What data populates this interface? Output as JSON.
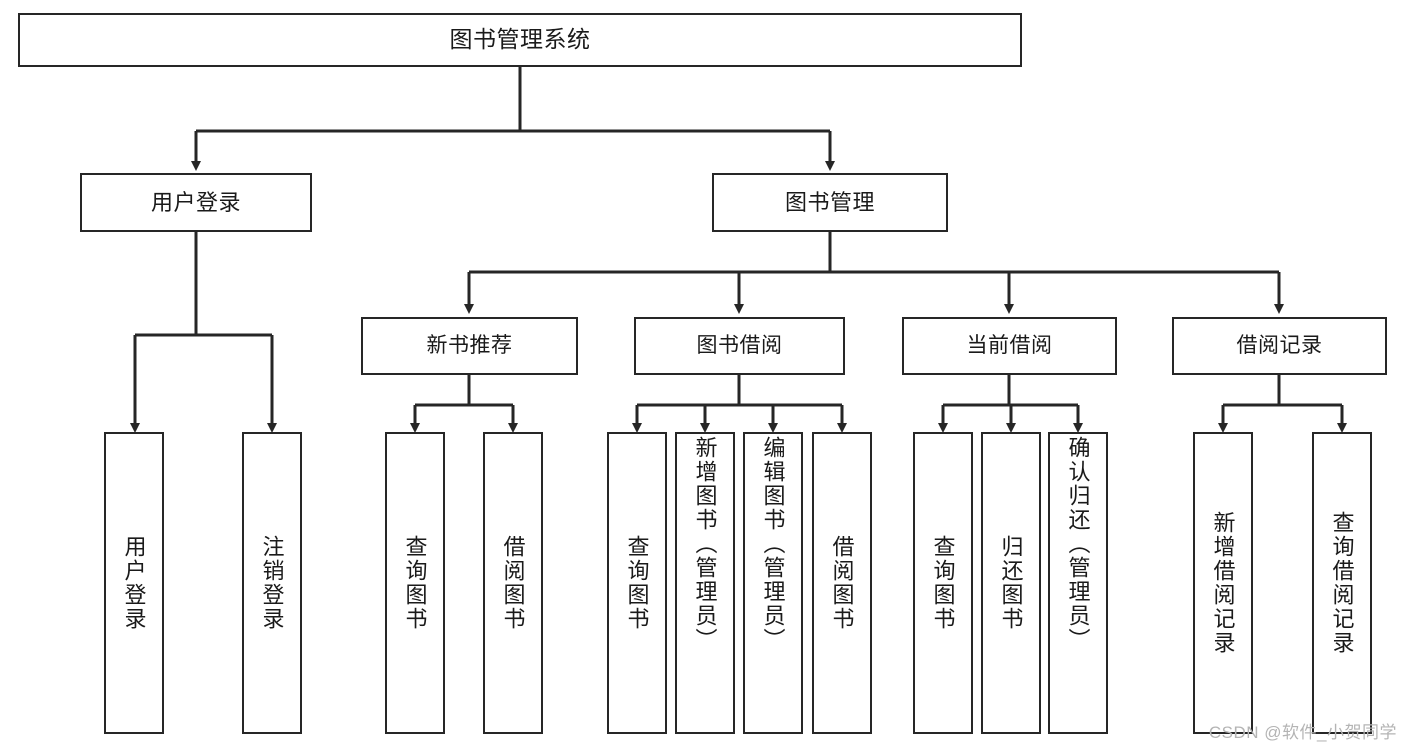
{
  "diagram": {
    "title": "图书管理系统",
    "type": "tree-hierarchy-chart",
    "stroke_color": "#262626",
    "fill_color": "#ffffff",
    "text_color": "#1a1a1a",
    "nodes": {
      "root": {
        "label": "图书管理系统"
      },
      "l1": [
        {
          "label": "用户登录"
        },
        {
          "label": "图书管理"
        }
      ],
      "l2": [
        {
          "label": "新书推荐"
        },
        {
          "label": "图书借阅"
        },
        {
          "label": "当前借阅"
        },
        {
          "label": "借阅记录"
        }
      ],
      "leaves": {
        "user_login": [
          {
            "label": "用户登录"
          },
          {
            "label": "注销登录"
          }
        ],
        "new_book_rec": [
          {
            "label": "查询图书"
          },
          {
            "label": "借阅图书"
          }
        ],
        "book_borrow": [
          {
            "label": "查询图书"
          },
          {
            "label": "新增图书（管理员）"
          },
          {
            "label": "编辑图书（管理员）"
          },
          {
            "label": "借阅图书"
          }
        ],
        "current_borrow": [
          {
            "label": "查询图书"
          },
          {
            "label": "归还图书"
          },
          {
            "label": "确认归还（管理员）"
          }
        ],
        "borrow_record": [
          {
            "label": "新增借阅记录"
          },
          {
            "label": "查询借阅记录"
          }
        ]
      }
    },
    "watermark": "CSDN @软件_小贺同学"
  }
}
